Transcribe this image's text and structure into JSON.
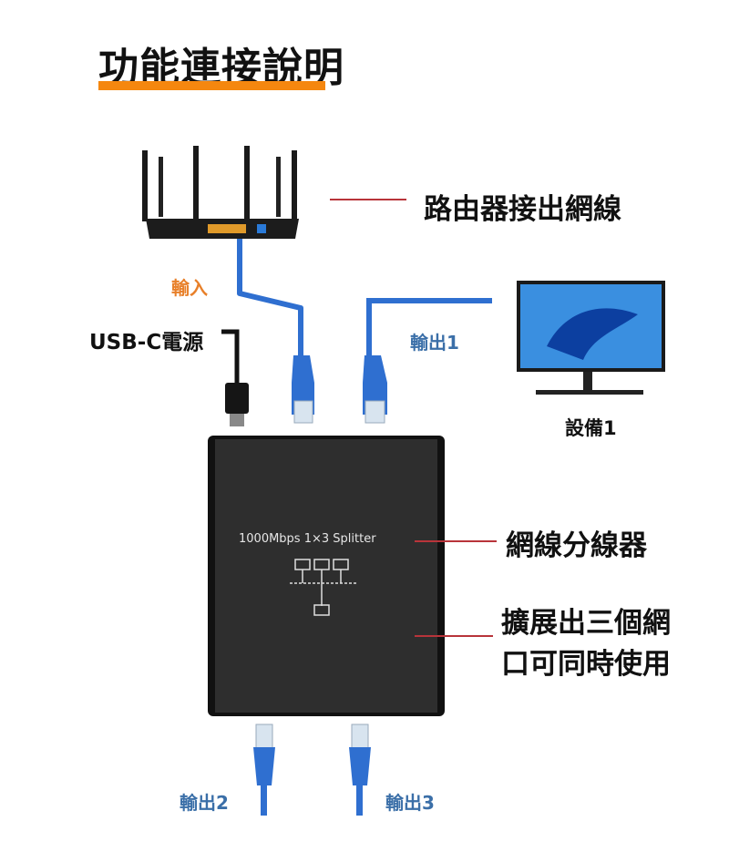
{
  "title": "功能連接說明",
  "labels": {
    "router": "路由器接出網線",
    "input": "輸入",
    "usb_power": "USB-C電源",
    "output1": "輸出1",
    "device1": "設備1",
    "splitter_name": "網線分線器",
    "expand_line1": "擴展出三個網",
    "expand_line2": "口可同時使用",
    "output2": "輸出2",
    "output3": "輸出3"
  },
  "device_print": "1000Mbps 1×3 Splitter",
  "colors": {
    "accent": "#f5870f",
    "cable": "#2f6fd0",
    "output_label": "#3b6fa8",
    "input_label": "#e8802a",
    "pointer": "#b8343a"
  }
}
